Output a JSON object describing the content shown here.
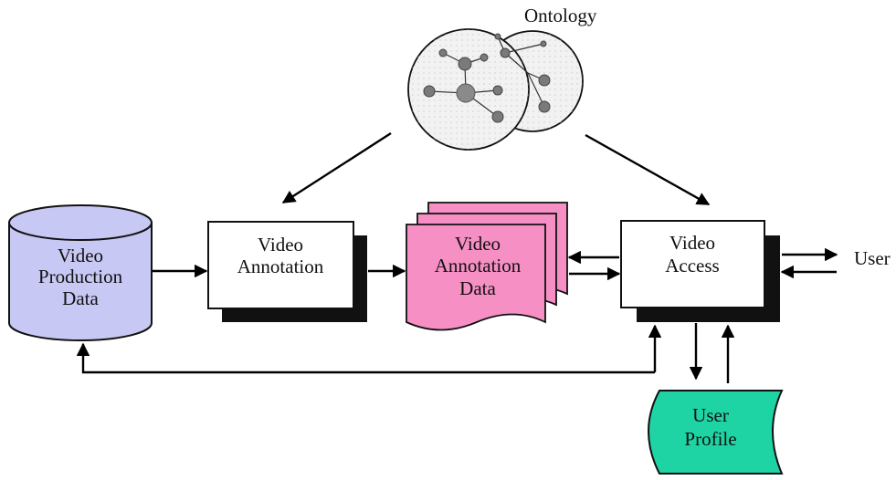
{
  "ontology": {
    "label": "Ontology"
  },
  "nodes": {
    "video_production_data": {
      "line1": "Video",
      "line2": "Production",
      "line3": "Data",
      "fill": "#c8c8f4"
    },
    "video_annotation": {
      "line1": "Video",
      "line2": "Annotation"
    },
    "video_annotation_data": {
      "line1": "Video",
      "line2": "Annotation",
      "line3": "Data",
      "fill": "#f58fc4"
    },
    "video_access": {
      "line1": "Video",
      "line2": "Access"
    },
    "user_profile": {
      "line1": "User",
      "line2": "Profile",
      "fill": "#1fd4a4"
    },
    "user": {
      "label": "User"
    }
  },
  "colors": {
    "shadow": "#111111",
    "box_fill": "#ffffff",
    "ontology_fill": "#f2f2f2"
  }
}
